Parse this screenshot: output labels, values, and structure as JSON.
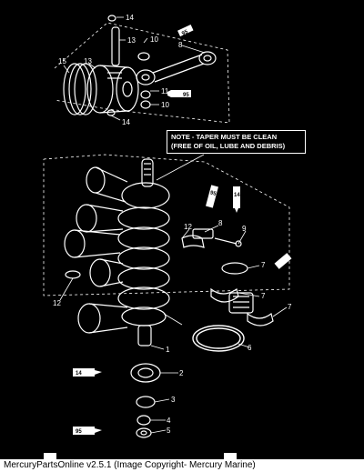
{
  "note": {
    "line1": "NOTE - TAPER MUST BE CLEAN",
    "line2": "(FREE OF OIL, LUBE AND DEBRIS)"
  },
  "callouts": [
    "14",
    "13",
    "10",
    "8",
    "15",
    "13",
    "11",
    "14",
    "10",
    "12",
    "8",
    "9",
    "7",
    "7",
    "12",
    "7",
    "6",
    "1",
    "2",
    "3",
    "4",
    "5"
  ],
  "tubes": [
    "95",
    "95",
    "14",
    "95",
    "14",
    "95"
  ],
  "footer": "MercuryPartsOnline v2.5.1 (Image Copyright- Mercury Marine)"
}
